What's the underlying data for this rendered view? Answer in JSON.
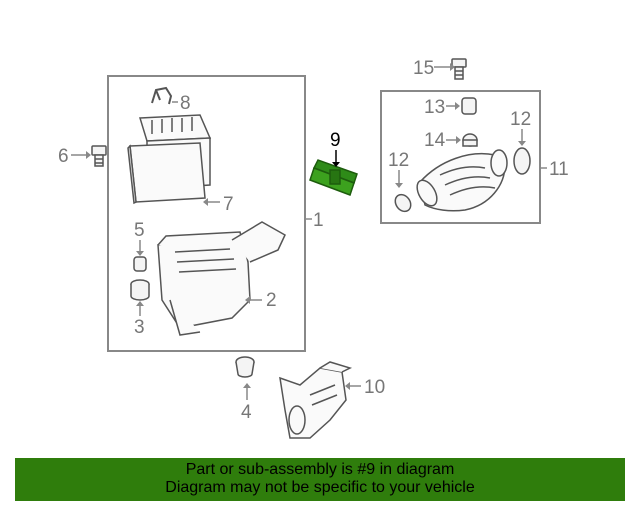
{
  "callouts": {
    "c1": "1",
    "c2": "2",
    "c3": "3",
    "c4": "4",
    "c5": "5",
    "c6": "6",
    "c7": "7",
    "c8": "8",
    "c9": "9",
    "c10": "10",
    "c11": "11",
    "c12a": "12",
    "c12b": "12",
    "c13": "13",
    "c14": "14",
    "c15": "15"
  },
  "banner": {
    "line1": "Part or sub-assembly is #9 in diagram",
    "line2": "Diagram may not be specific to your vehicle",
    "color": "#2f7d0c"
  },
  "highlight_part": "9",
  "highlight_color": "#2e8b18"
}
